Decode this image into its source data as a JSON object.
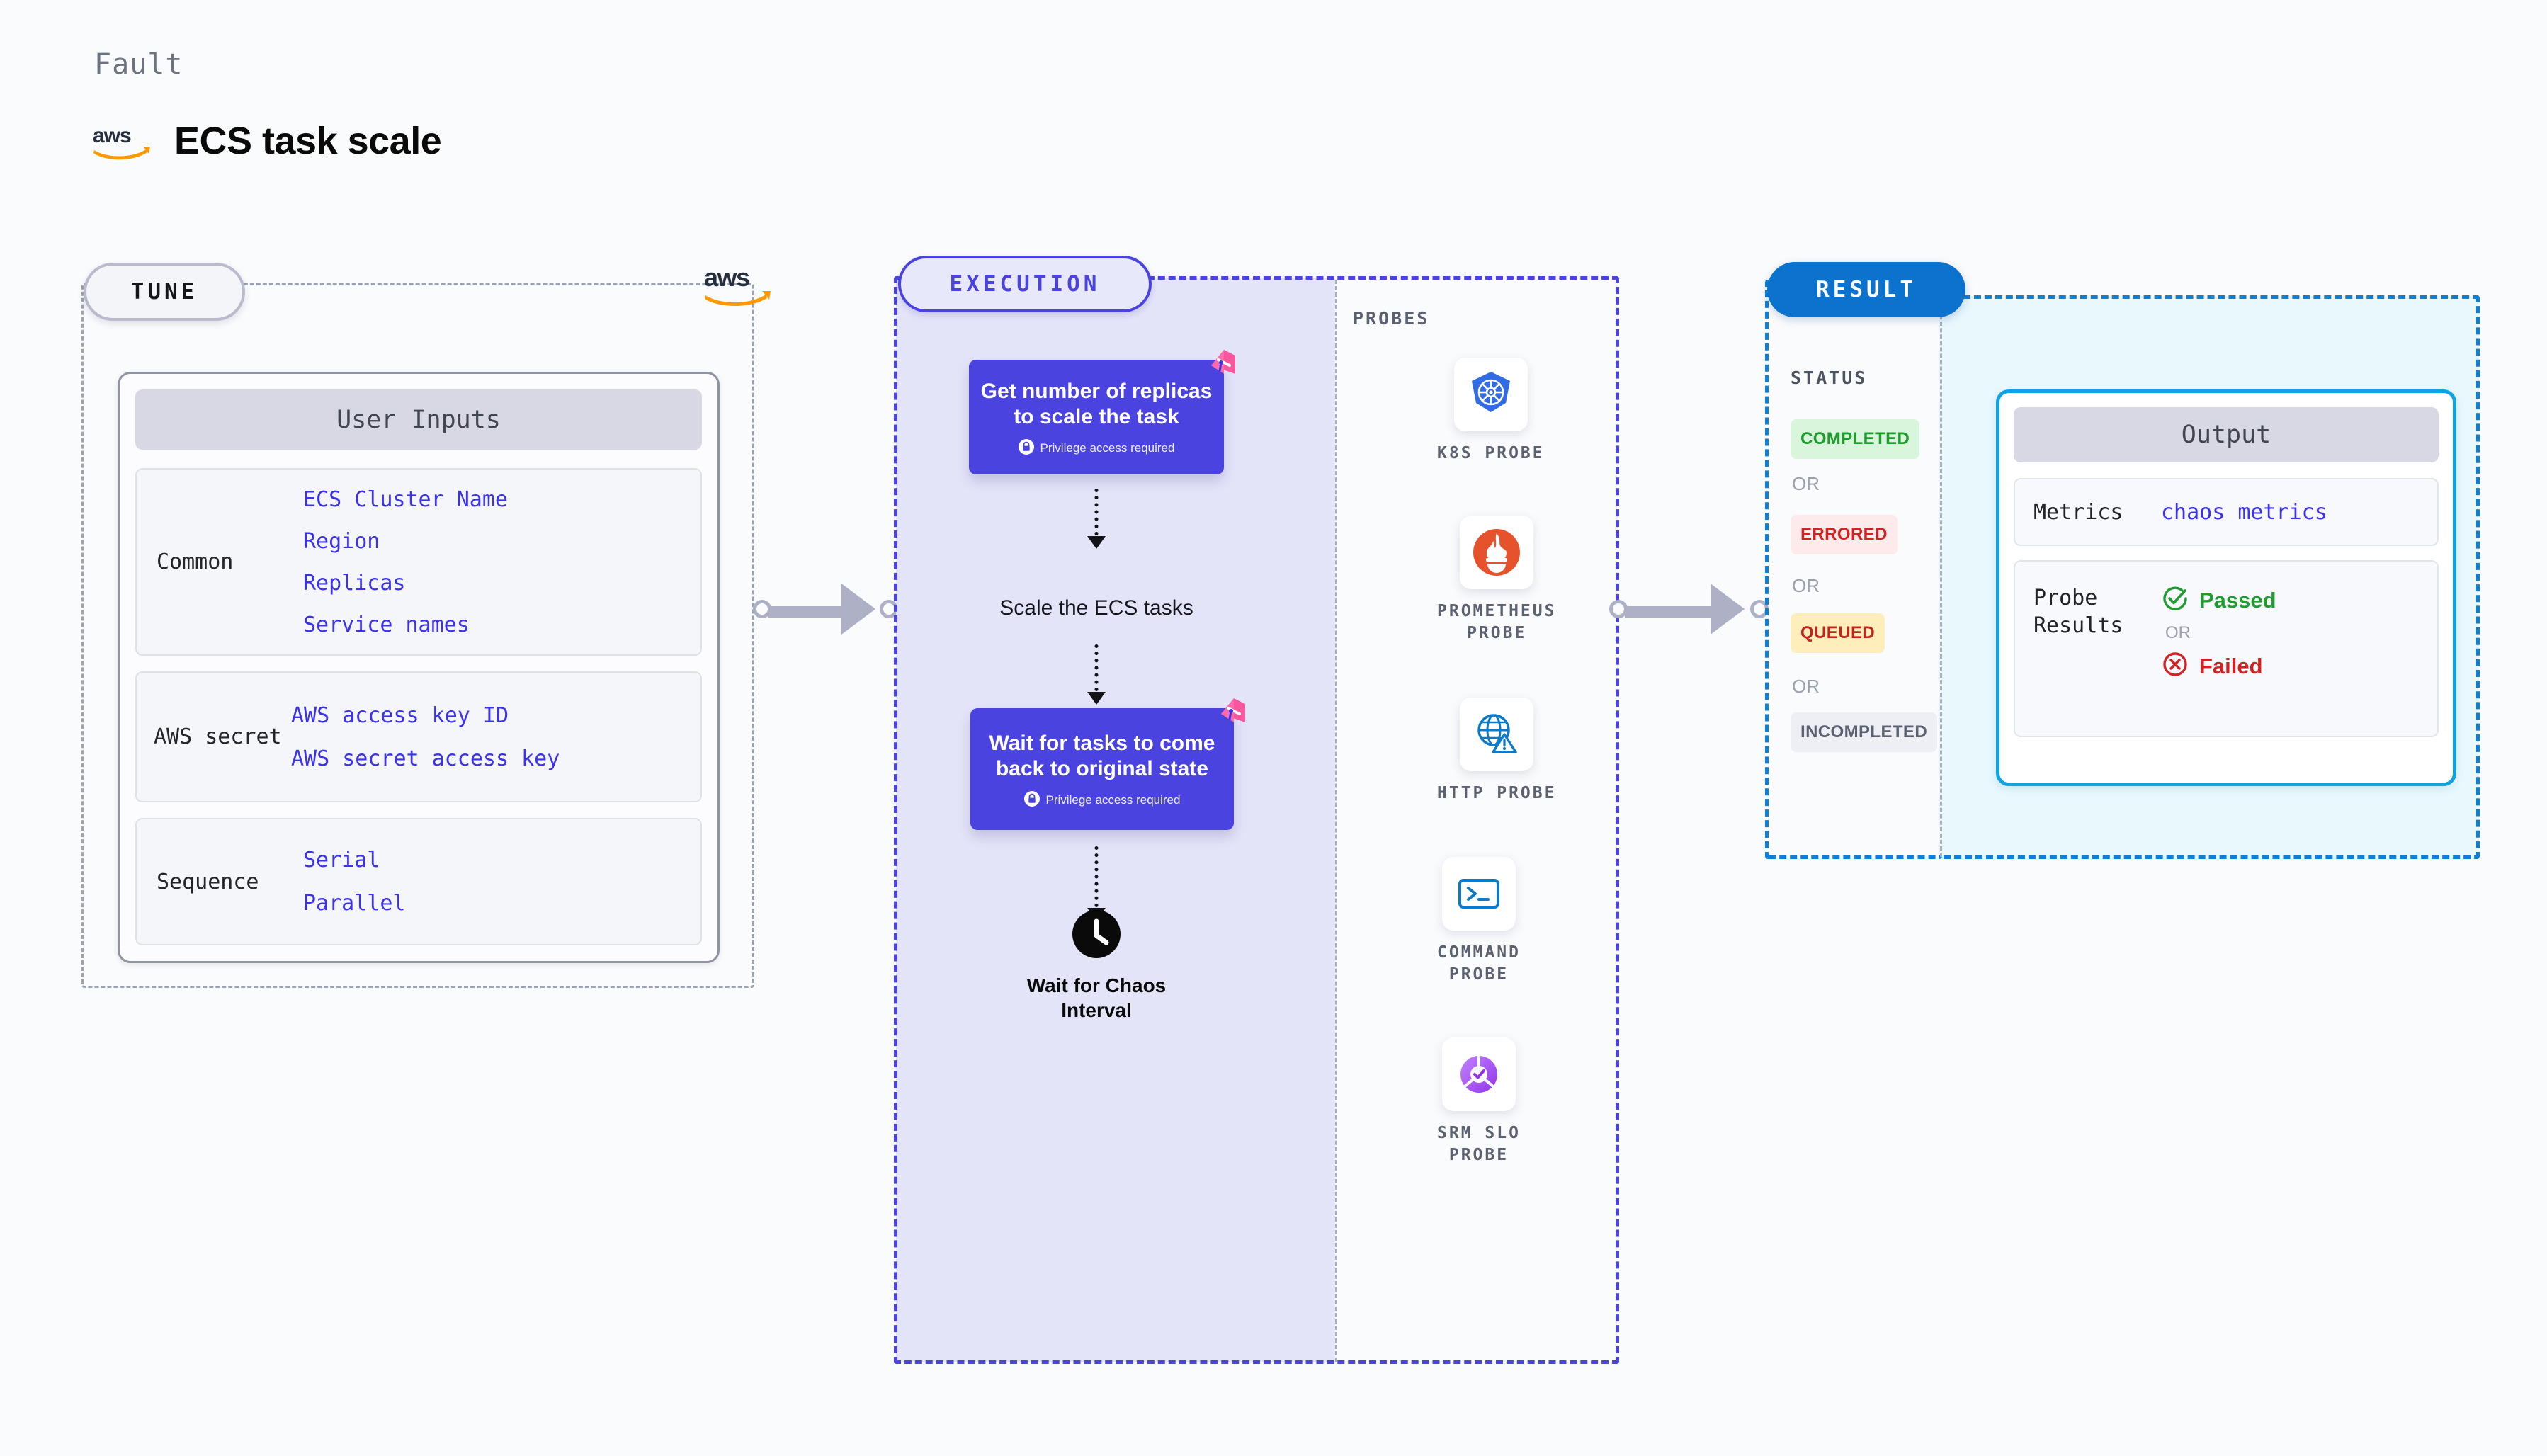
{
  "header": {
    "eyebrow": "Fault",
    "title": "ECS task scale",
    "brand_icon": "aws-logo"
  },
  "tune": {
    "pill_label": "TUNE",
    "brand_icon": "aws-logo",
    "card_title": "User Inputs",
    "groups": [
      {
        "label": "Common",
        "values": [
          "ECS Cluster Name",
          "Region",
          "Replicas",
          "Service names"
        ]
      },
      {
        "label": "AWS secret",
        "values": [
          "AWS access key ID",
          "AWS secret access key"
        ]
      },
      {
        "label": "Sequence",
        "values": [
          "Serial",
          "Parallel"
        ]
      }
    ]
  },
  "execution": {
    "pill_label": "EXECUTION",
    "steps": [
      {
        "type": "card",
        "title": "Get number of replicas to scale the task",
        "privilege": "Privilege access required",
        "badge_icon": "fault-flag-icon"
      },
      {
        "type": "plain",
        "title": "Scale the ECS tasks"
      },
      {
        "type": "card",
        "title": "Wait for tasks to come back to original state",
        "privilege": "Privilege access required",
        "badge_icon": "fault-flag-icon"
      },
      {
        "type": "clock",
        "title": "Wait for Chaos Interval",
        "icon": "clock-icon"
      }
    ]
  },
  "probes": {
    "title": "PROBES",
    "items": [
      {
        "name": "K8S PROBE",
        "icon": "kubernetes-icon",
        "color": "#326ce5"
      },
      {
        "name": "PROMETHEUS\nPROBE",
        "icon": "prometheus-icon",
        "color": "#e6522c"
      },
      {
        "name": "HTTP PROBE",
        "icon": "http-globe-icon",
        "color": "#0c7ac9"
      },
      {
        "name": "COMMAND\nPROBE",
        "icon": "terminal-icon",
        "color": "#0c7ac9"
      },
      {
        "name": "SRM SLO\nPROBE",
        "icon": "srm-slo-icon",
        "color": "#a855f7"
      }
    ]
  },
  "result": {
    "pill_label": "RESULT",
    "status_title": "STATUS",
    "or_label": "OR",
    "statuses": [
      {
        "label": "COMPLETED",
        "bg": "#d9f5dc",
        "fg": "#1f9c2f"
      },
      {
        "label": "ERRORED",
        "bg": "#fdeaea",
        "fg": "#d12121"
      },
      {
        "label": "QUEUED",
        "bg": "#fdeebc",
        "fg": "#c1231f"
      },
      {
        "label": "INCOMPLETED",
        "bg": "#eeeff5",
        "fg": "#5b6170"
      }
    ],
    "output": {
      "title": "Output",
      "metrics_key": "Metrics",
      "metrics_value": "chaos metrics",
      "probe_results_key": "Probe\nResults",
      "passed_label": "Passed",
      "failed_label": "Failed",
      "or_label": "OR",
      "passed_icon": "check-circle-icon",
      "failed_icon": "x-circle-icon",
      "passed_color": "#1f9c2f",
      "failed_color": "#d12121"
    }
  },
  "colors": {
    "exec_card": "#4a43e0",
    "exec_region_fill": "#e4e4f9",
    "result_region_fill": "#e9f8fd",
    "result_pill": "#0b72ce",
    "output_border": "#0fa3e0",
    "accent_blue_link": "#3b32f0"
  }
}
